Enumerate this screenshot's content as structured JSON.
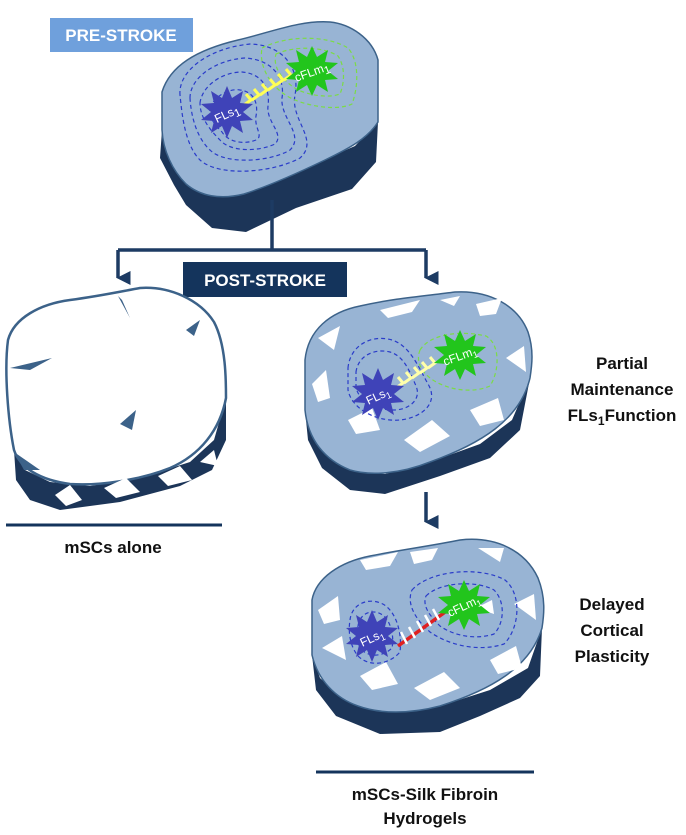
{
  "labels": {
    "pre_stroke": "PRE-STROKE",
    "post_stroke": "POST-STROKE",
    "region_fls": "FLs",
    "region_fls_sub": "1",
    "region_cflm": "cFLm",
    "region_cflm_sub": "1",
    "outcome_1_line1": "Partial",
    "outcome_1_line2": "Maintenance",
    "outcome_1_line3_main": "FLs",
    "outcome_1_line3_sub": "1",
    "outcome_1_line3_rest": "Function",
    "outcome_2_line1": "Delayed",
    "outcome_2_line2": "Cortical",
    "outcome_2_line3": "Plasticity",
    "caption_left": "mSCs alone",
    "caption_right_line1": "mSCs-Silk Fibroin",
    "caption_right_line2": "Hydrogels"
  },
  "colors": {
    "brain_top": "#98b4d4",
    "brain_side": "#1c3558",
    "brain_edge": "#3c6289",
    "pre_stroke_badge": "#6fa0dc",
    "post_stroke_badge": "#14345c",
    "arrow": "#1d3b63",
    "fls_star": "#3f43b8",
    "cflm_star": "#22c51c",
    "chevron": "#ffff55",
    "blocked_link": "#e02020",
    "lesion": "#ffffff"
  }
}
